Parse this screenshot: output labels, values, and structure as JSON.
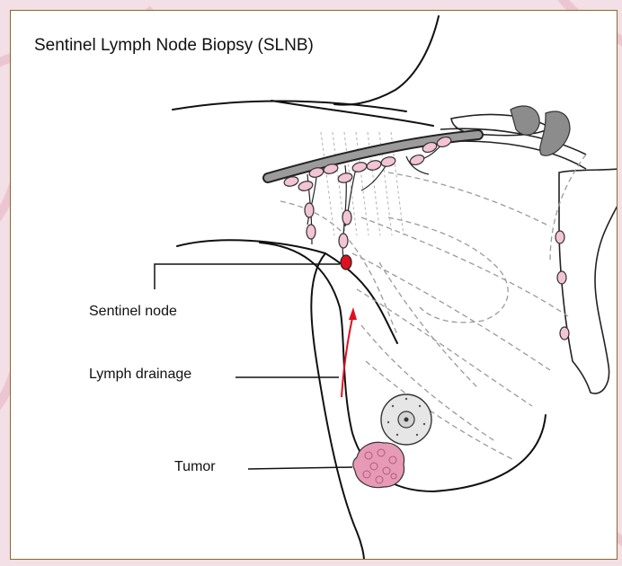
{
  "title": "Sentinel Lymph Node Biopsy (SLNB)",
  "labels": {
    "sentinel_node": "Sentinel node",
    "lymph_drainage": "Lymph drainage",
    "tumor": "Tumor"
  },
  "colors": {
    "page_background": "#f3dfe6",
    "frame_border": "#8a6a2e",
    "lymph_node_fill": "#f2c4d4",
    "sentinel_node_fill": "#e01020",
    "drainage_arrow": "#e01020",
    "tumor_fill": "#e79ab5",
    "nipple_fill": "#e6e6e6"
  }
}
